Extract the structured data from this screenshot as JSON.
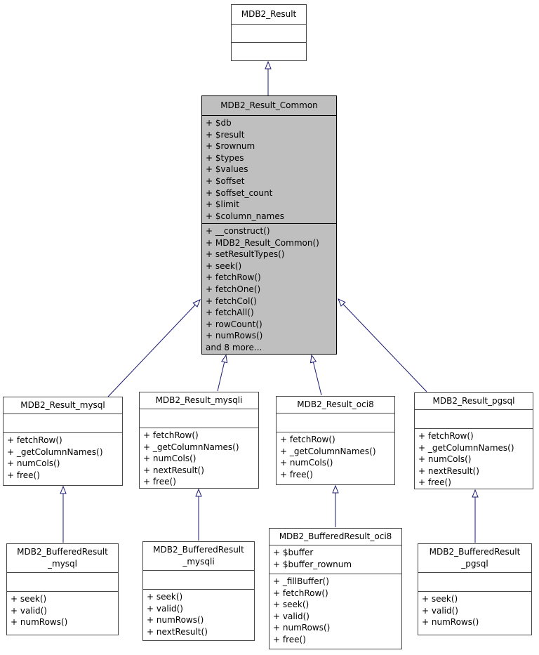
{
  "diagram": {
    "kind": "uml-class-inheritance-graph",
    "arrow_color": "#191970",
    "highlight_fill": "#bfbfbf",
    "node_fill": "#ffffff",
    "border_color": "#464646"
  },
  "classes": {
    "result": {
      "title_lines": [
        "MDB2_Result"
      ],
      "attributes": [],
      "methods": []
    },
    "common": {
      "title_lines": [
        "MDB2_Result_Common"
      ],
      "attributes": [
        "+ $db",
        "+ $result",
        "+ $rownum",
        "+ $types",
        "+ $values",
        "+ $offset",
        "+ $offset_count",
        "+ $limit",
        "+ $column_names"
      ],
      "methods": [
        "+ __construct()",
        "+ MDB2_Result_Common()",
        "+ setResultTypes()",
        "+ seek()",
        "+ fetchRow()",
        "+ fetchOne()",
        "+ fetchCol()",
        "+ fetchAll()",
        "+ rowCount()",
        "+ numRows()",
        "and 8 more..."
      ]
    },
    "mysql": {
      "title_lines": [
        "MDB2_Result_mysql"
      ],
      "attributes": [],
      "methods": [
        "+ fetchRow()",
        "+ _getColumnNames()",
        "+ numCols()",
        "+ free()"
      ]
    },
    "mysqli": {
      "title_lines": [
        "MDB2_Result_mysqli"
      ],
      "attributes": [],
      "methods": [
        "+ fetchRow()",
        "+ _getColumnNames()",
        "+ numCols()",
        "+ nextResult()",
        "+ free()"
      ]
    },
    "oci8": {
      "title_lines": [
        "MDB2_Result_oci8"
      ],
      "attributes": [],
      "methods": [
        "+ fetchRow()",
        "+ _getColumnNames()",
        "+ numCols()",
        "+ free()"
      ]
    },
    "pgsql": {
      "title_lines": [
        "MDB2_Result_pgsql"
      ],
      "attributes": [],
      "methods": [
        "+ fetchRow()",
        "+ _getColumnNames()",
        "+ numCols()",
        "+ nextResult()",
        "+ free()"
      ]
    },
    "buffered_mysql": {
      "title_lines": [
        "MDB2_BufferedResult",
        "_mysql"
      ],
      "attributes": [],
      "methods": [
        "+ seek()",
        "+ valid()",
        "+ numRows()"
      ]
    },
    "buffered_mysqli": {
      "title_lines": [
        "MDB2_BufferedResult",
        "_mysqli"
      ],
      "attributes": [],
      "methods": [
        "+ seek()",
        "+ valid()",
        "+ numRows()",
        "+ nextResult()"
      ]
    },
    "buffered_oci8": {
      "title_lines": [
        "MDB2_BufferedResult_oci8"
      ],
      "attributes": [
        "+ $buffer",
        "+ $buffer_rownum"
      ],
      "methods": [
        "+ _fillBuffer()",
        "+ fetchRow()",
        "+ seek()",
        "+ valid()",
        "+ numRows()",
        "+ free()"
      ]
    },
    "buffered_pgsql": {
      "title_lines": [
        "MDB2_BufferedResult",
        "_pgsql"
      ],
      "attributes": [],
      "methods": [
        "+ seek()",
        "+ valid()",
        "+ numRows()"
      ]
    }
  }
}
